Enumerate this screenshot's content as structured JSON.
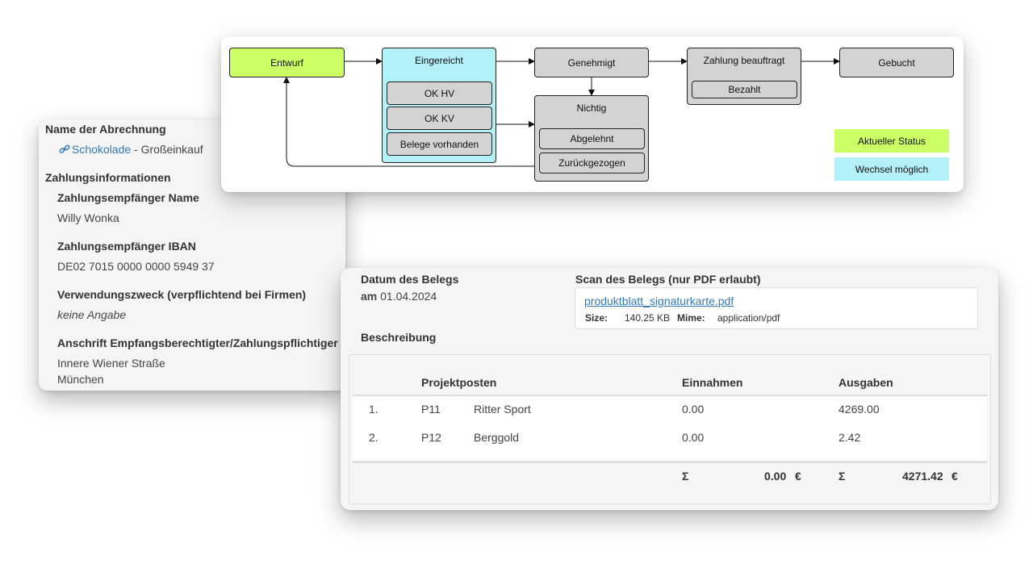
{
  "abrechnung": {
    "name_title": "Name der Abrechnung",
    "link_text": "Schokolade",
    "name_suffix": " - Großeinkauf",
    "zahlungsinfo_title": "Zahlungsinformationen",
    "empf_name_label": "Zahlungsempfänger Name",
    "empf_name_value": "Willy Wonka",
    "iban_label": "Zahlungsempfänger IBAN",
    "iban_value": "DE02 7015 0000 0000 5949 37",
    "zweck_label": "Verwendungszweck (verpflichtend bei Firmen)",
    "zweck_value": "keine Angabe",
    "anschrift_label": "Anschrift Empfangsberechtigter/Zahlungspflichtiger",
    "anschrift_line1": "Innere Wiener Straße",
    "anschrift_line2": "München"
  },
  "diagram": {
    "nodes": {
      "entwurf": "Entwurf",
      "eingereicht": "Eingereicht",
      "ok_hv": "OK HV",
      "ok_kv": "OK KV",
      "belege": "Belege vorhanden",
      "genehmigt": "Genehmigt",
      "nichtig": "Nichtig",
      "abgelehnt": "Abgelehnt",
      "zurueckgezogen": "Zurückgezogen",
      "zahlung": "Zahlung beauftragt",
      "bezahlt": "Bezahlt",
      "gebucht": "Gebucht"
    },
    "legend": {
      "current": "Aktueller Status",
      "possible": "Wechsel möglich"
    },
    "colors": {
      "current": "#ccff66",
      "possible": "#b3f0f7",
      "inactive": "#d3d3d3"
    }
  },
  "beleg": {
    "datum_label": "Datum des Belegs",
    "datum_prefix": "am",
    "datum_value": "01.04.2024",
    "scan_label": "Scan des Belegs (nur PDF erlaubt)",
    "file": {
      "name": "produktblatt_signaturkarte.pdf",
      "size_label": "Size:",
      "size_value": "140.25 KB",
      "mime_label": "Mime:",
      "mime_value": "application/pdf"
    },
    "beschreibung_label": "Beschreibung",
    "table": {
      "headers": {
        "projektposten": "Projektposten",
        "einnahmen": "Einnahmen",
        "ausgaben": "Ausgaben"
      },
      "rows": [
        {
          "nr": "1.",
          "code": "P11",
          "name": "Ritter Sport",
          "einnahmen": "0.00",
          "ausgaben": "4269.00"
        },
        {
          "nr": "2.",
          "code": "P12",
          "name": "Berggold",
          "einnahmen": "0.00",
          "ausgaben": "2.42"
        }
      ],
      "footer": {
        "sigma": "Σ",
        "einnahmen_sum": "0.00",
        "ausgaben_sum": "4271.42",
        "currency": "€"
      }
    }
  }
}
